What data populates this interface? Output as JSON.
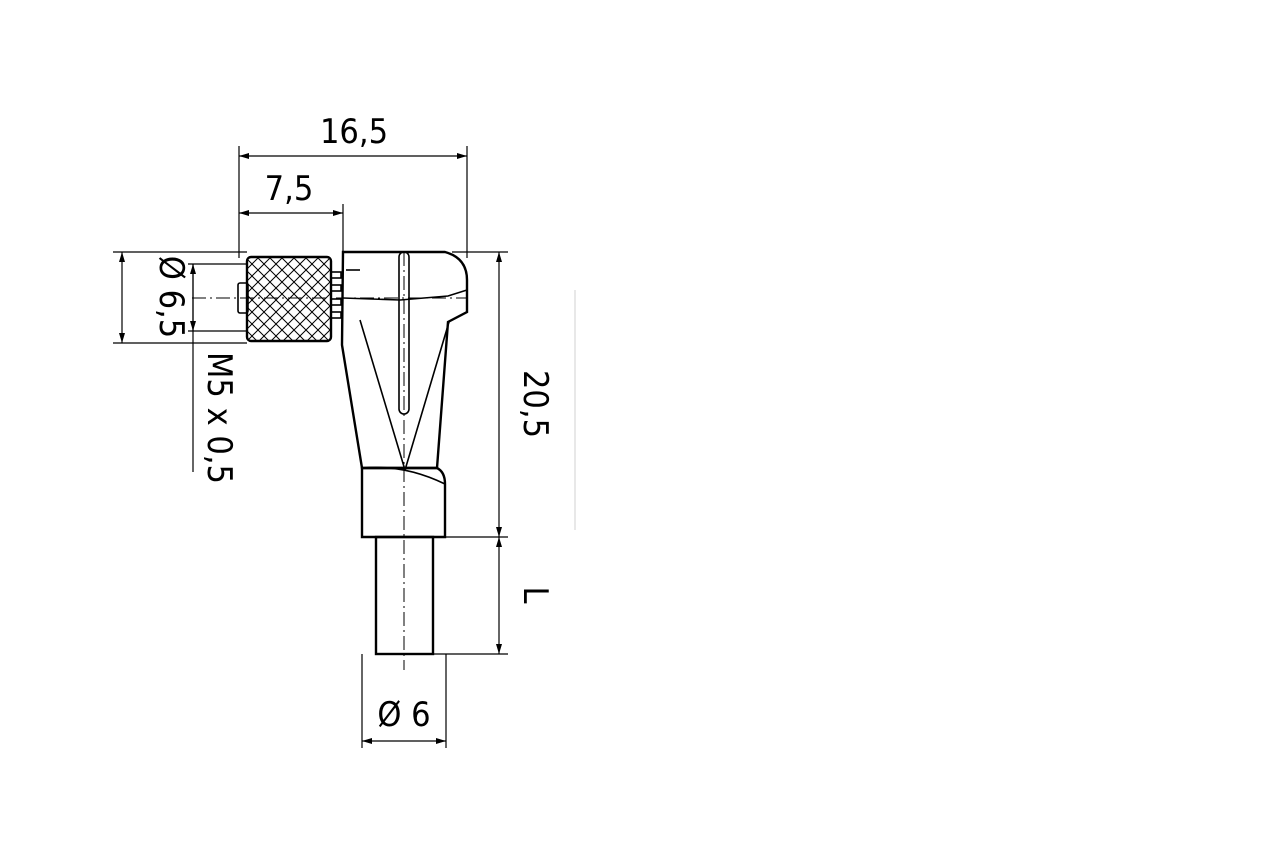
{
  "drawing": {
    "dimensions": {
      "overall_width": "16,5",
      "nut_length": "7,5",
      "nut_diameter": "Ø 6,5",
      "thread": "M5 x 0,5",
      "height": "20,5",
      "cable_length": "L",
      "cable_diameter": "Ø 6"
    }
  }
}
